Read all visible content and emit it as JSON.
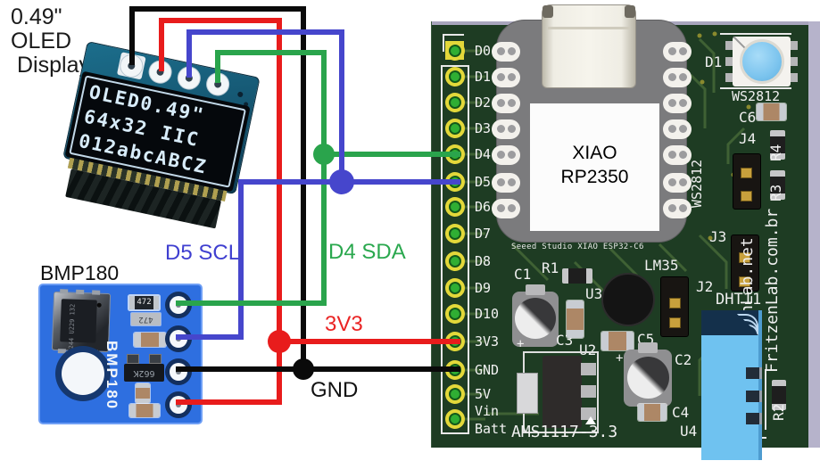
{
  "oled": {
    "caption": [
      "0.49\"",
      "OLED",
      "Display"
    ],
    "screen": [
      "OLED0.49\"",
      "64x32 IIC",
      "012abcABCZ"
    ]
  },
  "bmp": {
    "title": "BMP180",
    "silk_vertical": "BMP180",
    "chip_472_top": "472",
    "chip_472_mid": "472",
    "chip_662k": "662K",
    "sensor_marking": "1244 U229 132"
  },
  "net_labels": {
    "scl": "D5 SCL",
    "sda": "D4 SDA",
    "v3": "3V3",
    "gnd": "GND"
  },
  "wire_colors": {
    "gnd": "#0a0a0a",
    "vcc": "#e81c1c",
    "scl": "#4646cc",
    "sda": "#2aa44c"
  },
  "board": {
    "pins": [
      "D0",
      "D1",
      "D2",
      "D3",
      "D4",
      "D5",
      "D6",
      "D7",
      "D8",
      "D9",
      "D10",
      "3V3",
      "GND",
      "5V",
      "Vin",
      "Batt"
    ],
    "xiao": {
      "line1": "XIAO",
      "line2": "RP2350",
      "subtitle": "Seeed Studio XIAO ESP32-C6"
    },
    "refs": {
      "c1": "C1",
      "r1": "R1",
      "u3": "U3",
      "c3": "C3",
      "u2": "U2",
      "c5": "C5",
      "c2": "C2",
      "c4": "C4",
      "c6": "C6",
      "u4": "U4",
      "d1": "D1",
      "j2": "J2",
      "j3": "J3",
      "j4": "J4",
      "r2": "R2",
      "r3": "R3",
      "r4": "R4",
      "lm35": "LM35",
      "dht11": "DHT11",
      "regulator": "AMS1117-3.3",
      "ws2812_top": "WS2812",
      "ws2812_side": "WS2812",
      "plus": "+"
    },
    "branding": {
      "net": "FritzenLab.net",
      "combr": "FritzenLab.com.br"
    }
  }
}
